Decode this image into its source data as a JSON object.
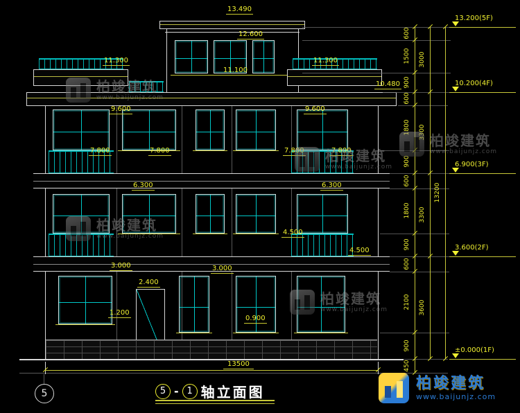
{
  "drawing": {
    "elev": [
      "13.490",
      "12.600",
      "11.300",
      "11.100",
      "11.300",
      "10.480",
      "9.600",
      "9.600",
      "7.800",
      "7.800",
      "7.800",
      "7.800",
      "6.300",
      "6.300",
      "4.500",
      "4.500",
      "3.000",
      "3.000",
      "2.400",
      "1.200",
      "0.900",
      "13500"
    ]
  },
  "right_dims": {
    "inner": [
      "600",
      "1500",
      "900",
      "600",
      "1800",
      "900",
      "600",
      "1800",
      "900",
      "600",
      "2100",
      "900",
      "450"
    ],
    "floors": [
      "3000",
      "3300",
      "3300",
      "3600"
    ],
    "total": "13200",
    "levels": [
      "13.200(5F)",
      "10.200(4F)",
      "6.900(3F)",
      "3.600(2F)",
      "±0.000(1F)"
    ]
  },
  "title": {
    "axis_from": "5",
    "dash": "-",
    "axis_to": "1",
    "text": "轴立面图"
  },
  "grid_bubble": "5",
  "watermark": {
    "brand": "柏竣建筑",
    "url": "www.baijunjz.com"
  },
  "footer": {
    "brand": "柏竣建筑",
    "url": "www.baijunjz.com"
  }
}
